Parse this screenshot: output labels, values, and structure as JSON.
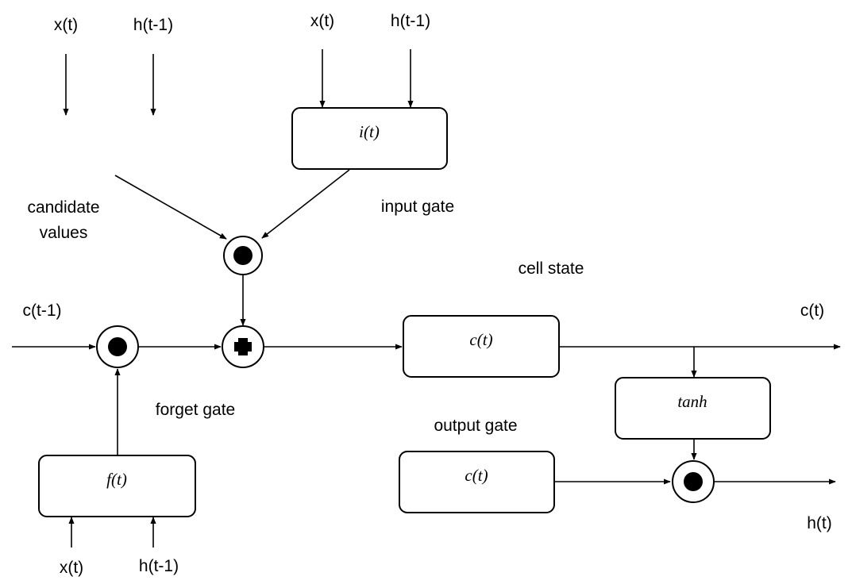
{
  "labels": {
    "forget_x": "x(t)",
    "forget_h": "h(t-1)",
    "input_x": "x(t)",
    "input_h": "h(t-1)",
    "top_left_x": "x(t)",
    "top_left_h": "h(t-1)",
    "candidate_line1": "candidate",
    "candidate_line2": "values",
    "input_gate": "input gate",
    "cell_state": "cell state",
    "c_prev": "c(t-1)",
    "c_out": "c(t)",
    "forget_gate": "forget gate",
    "output_gate": "output gate",
    "h_out": "h(t)"
  },
  "boxes": {
    "input_box": "i(t)",
    "cell_box": "c(t)",
    "tanh_box": "tanh",
    "forget_box": "f(t)",
    "output_box": "c(t)"
  },
  "colors": {
    "stroke": "#000000",
    "background": "#ffffff"
  }
}
